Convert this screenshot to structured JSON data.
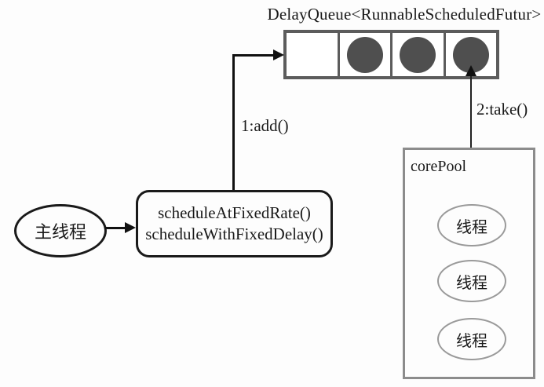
{
  "diagram": {
    "queue_title": "DelayQueue<RunnableScheduledFutur>",
    "add_label": "1:add()",
    "take_label": "2:take()"
  },
  "queue": {
    "cells": [
      {
        "filled": false
      },
      {
        "filled": true
      },
      {
        "filled": true
      },
      {
        "filled": true
      }
    ]
  },
  "main_thread": {
    "label": "主线程"
  },
  "schedule_box": {
    "line1": "scheduleAtFixedRate()",
    "line2": "scheduleWithFixedDelay()"
  },
  "core_pool": {
    "title": "corePool",
    "threads": [
      {
        "label": "线程"
      },
      {
        "label": "线程"
      },
      {
        "label": "线程"
      }
    ]
  },
  "colors": {
    "task_circle": "#4f4f4f",
    "queue_border": "#5c5c5c",
    "core_pool_border": "#8c8c8c",
    "line": "#111111",
    "text": "#1a1a1a",
    "background": "#fdfdfd"
  }
}
